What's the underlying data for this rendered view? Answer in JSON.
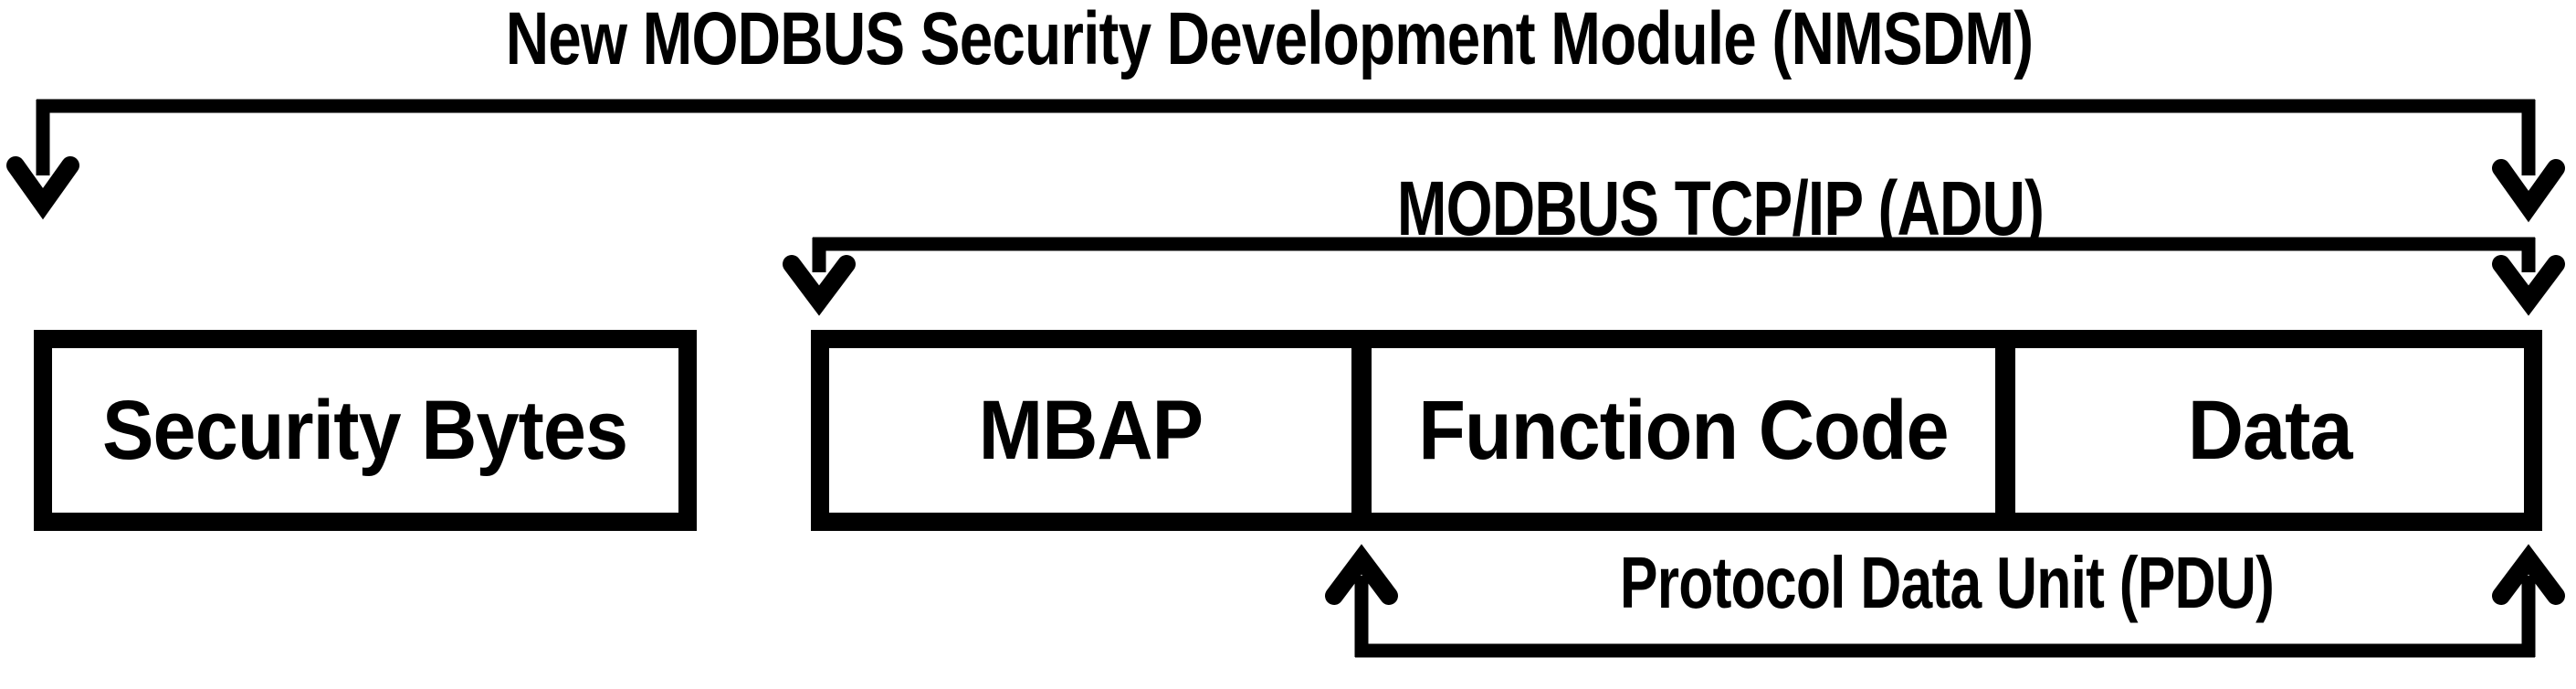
{
  "diagram": {
    "labels": {
      "nmsdm": "New MODBUS Security Development Module (NMSDM)",
      "adu": "MODBUS TCP/IP (ADU)",
      "pdu": "Protocol Data Unit (PDU)"
    },
    "boxes": [
      {
        "id": "security-bytes",
        "label": "Security Bytes"
      },
      {
        "id": "mbap",
        "label": "MBAP"
      },
      {
        "id": "function-code",
        "label": "Function Code"
      },
      {
        "id": "data",
        "label": "Data"
      }
    ],
    "colors": {
      "ink": "#000000",
      "background": "#ffffff"
    }
  }
}
